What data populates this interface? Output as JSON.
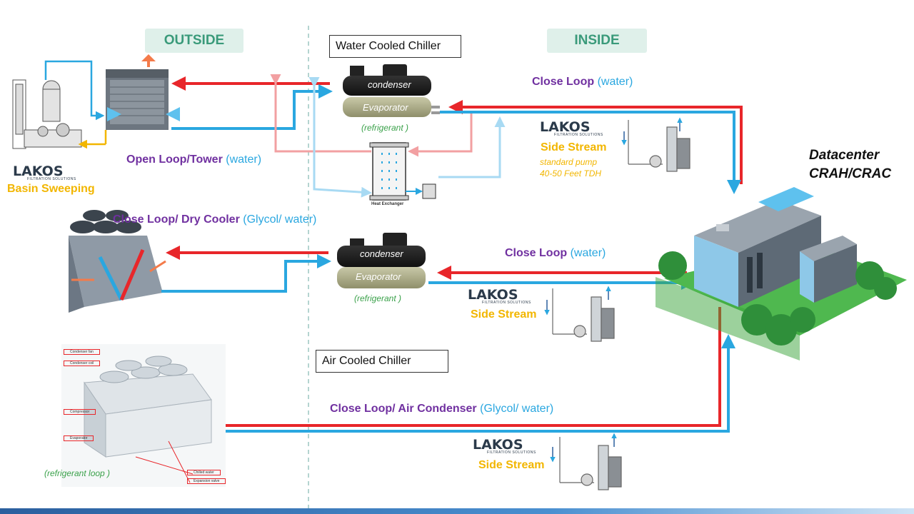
{
  "zones": {
    "outside": "OUTSIDE",
    "inside": "INSIDE"
  },
  "boxes": {
    "water_cooled_chiller": "Water Cooled Chiller",
    "air_cooled_chiller": "Air Cooled Chiller"
  },
  "chillers": {
    "top": {
      "condenser": "condenser",
      "evaporator": "Evaporator",
      "refrigerant": "(refrigerant )"
    },
    "middle": {
      "condenser": "condenser",
      "evaporator": "Evaporator",
      "refrigerant": "(refrigerant )"
    }
  },
  "loops": {
    "close_loop_top": {
      "name": "Close Loop",
      "medium": "(water)"
    },
    "open_loop_tower": {
      "name": "Open Loop/Tower",
      "medium": "(water)"
    },
    "close_loop_dry_cooler": {
      "name": "Close Loop/ Dry Cooler",
      "medium": "(Glycol/ water)"
    },
    "close_loop_middle": {
      "name": "Close Loop",
      "medium": "(water)"
    },
    "close_loop_air_condenser": {
      "name": "Close Loop/ Air Condenser",
      "medium": "(Glycol/ water)"
    }
  },
  "lakos": {
    "brand": "LAKOS",
    "tagline": "FILTRATION SOLUTIONS",
    "basin_sweeping": "Basin Sweeping",
    "side_stream": "Side Stream",
    "pump_note_1": "standard pump",
    "pump_note_2": "40-50 Feet TDH"
  },
  "datacenter": {
    "line1": "Datacenter",
    "line2": "CRAH/CRAC"
  },
  "heat_exchanger": "Heat Exchanger",
  "refrigerant_loop": "(refrigerant loop )",
  "air_cooled_unit_labels": [
    "Condenser fan",
    "Condenser coil",
    "Compressor",
    "Evaporator",
    "Chilled water",
    "Expansion valve"
  ],
  "colors": {
    "hot": "#e8262a",
    "cold": "#2aa7e0",
    "hot_light": "#f2a0a2",
    "cold_light": "#a8daf3",
    "return_yellow": "#f2b600",
    "zone_bg": "#dff0ea",
    "zone_text": "#3a9a7a"
  }
}
